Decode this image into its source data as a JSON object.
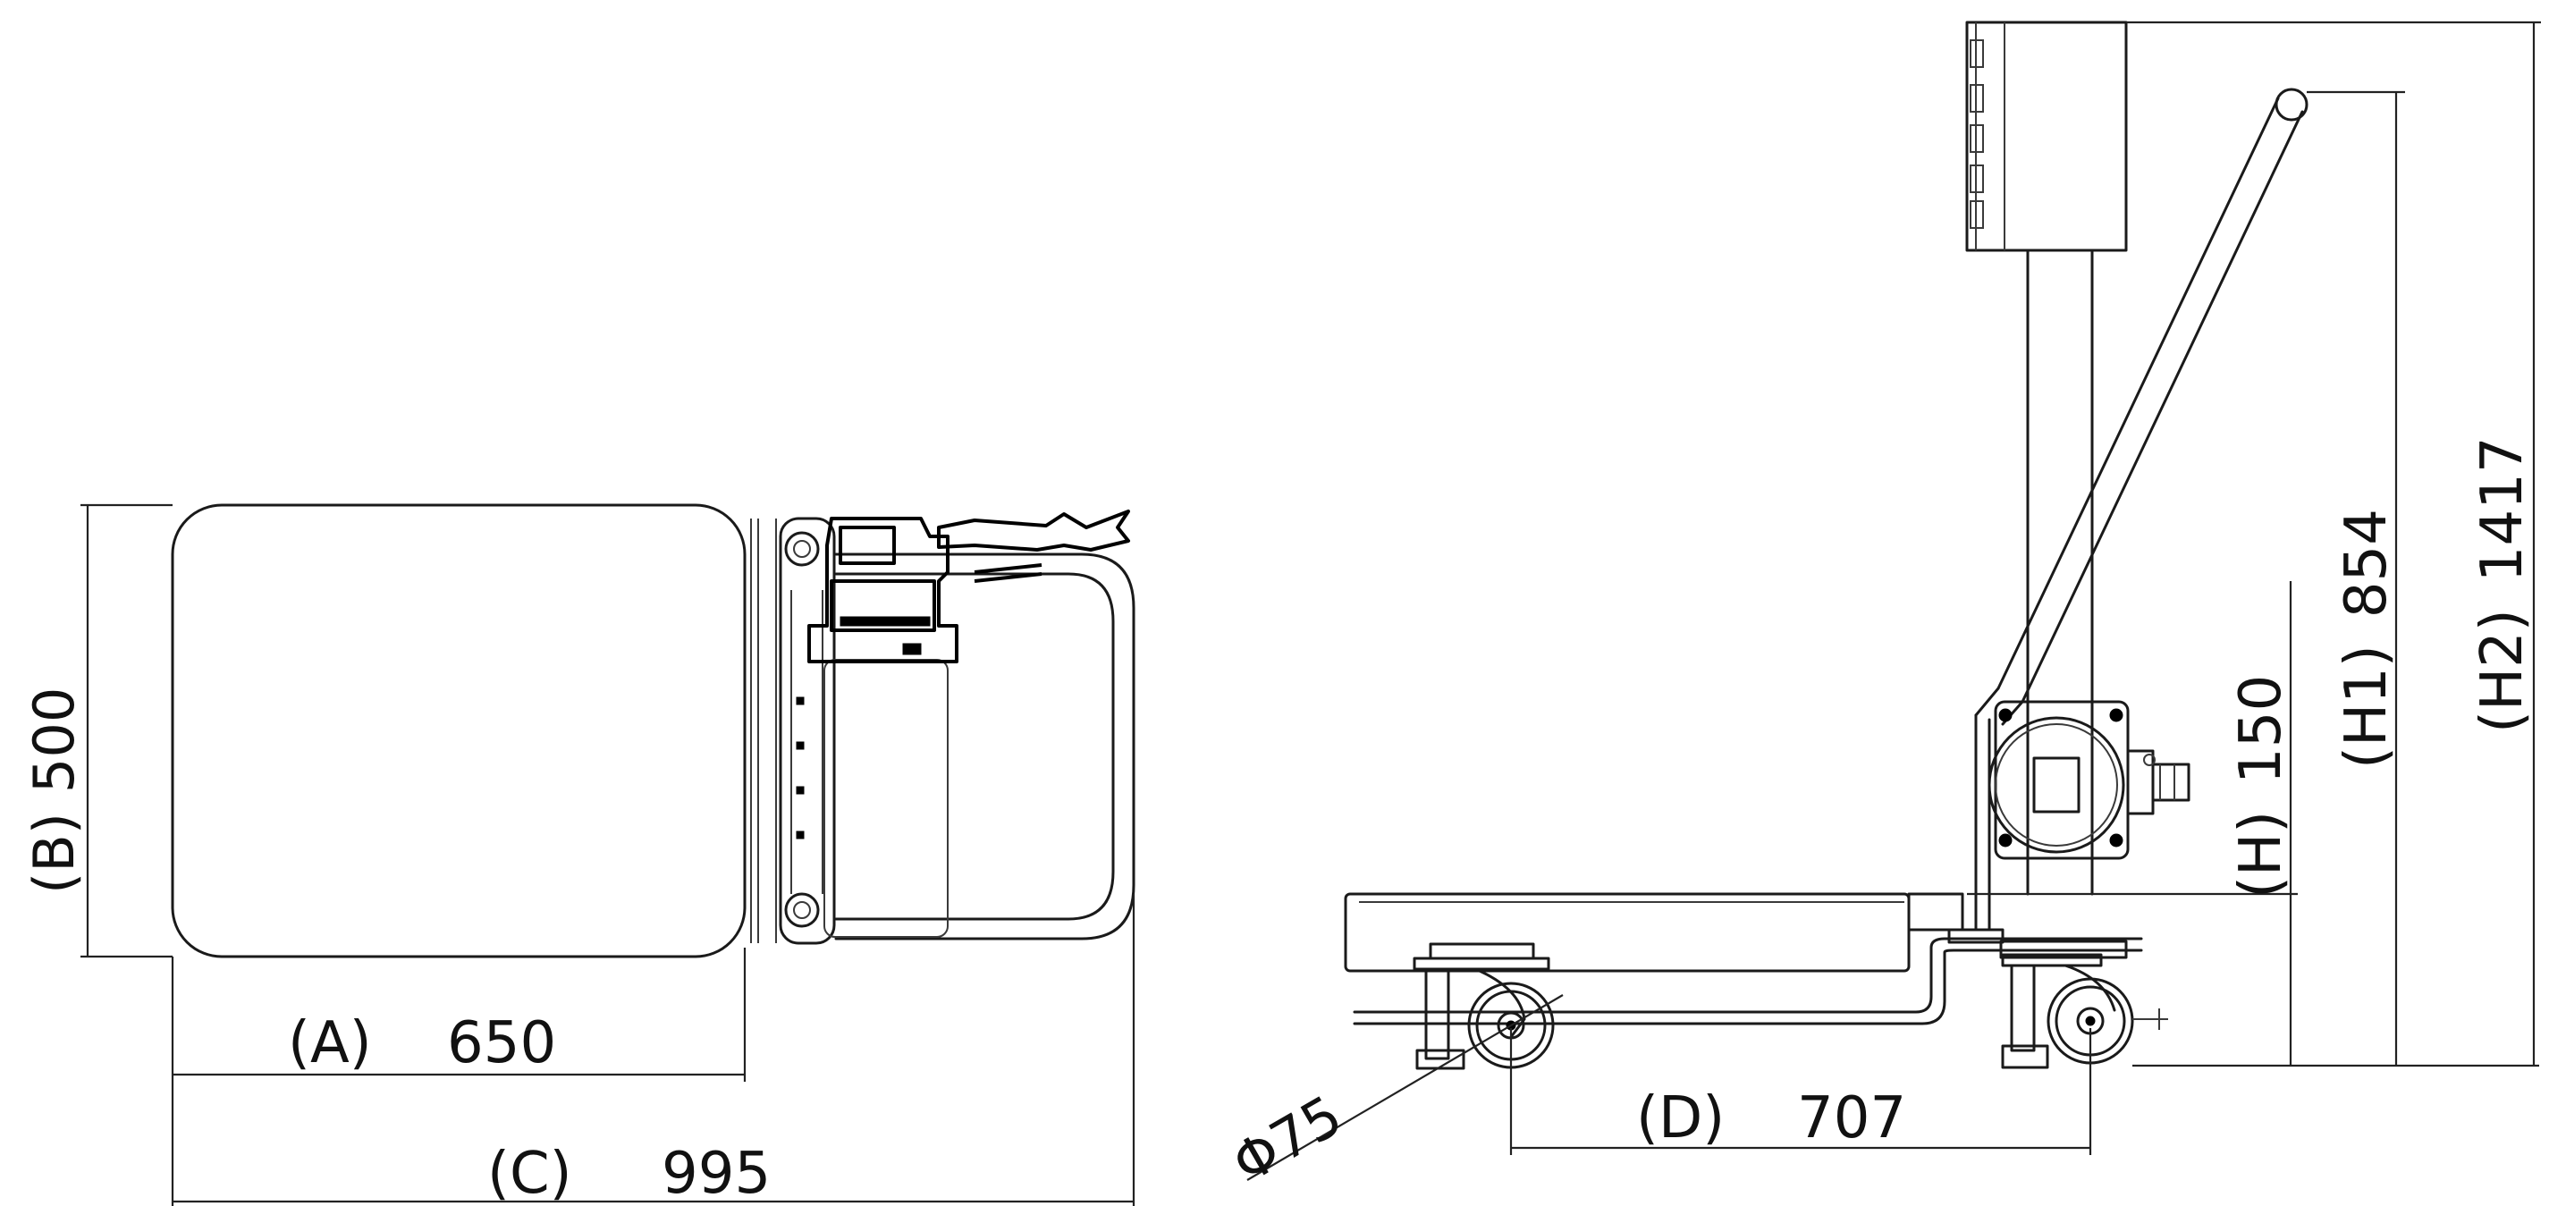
{
  "left_view": {
    "dim_a": {
      "label": "(A)",
      "value": "650"
    },
    "dim_b": {
      "label": "(B)",
      "value": "500"
    },
    "dim_c": {
      "label": "(C)",
      "value": "995"
    }
  },
  "right_view": {
    "dim_d": {
      "label": "(D)",
      "value": "707"
    },
    "dim_h": {
      "label": "(H)",
      "value": "150"
    },
    "dim_h1": {
      "label": "(H1)",
      "value": "854"
    },
    "dim_h2": {
      "label": "(H2)",
      "value": "1417"
    },
    "wheel_dia": {
      "value": "Φ75"
    }
  }
}
